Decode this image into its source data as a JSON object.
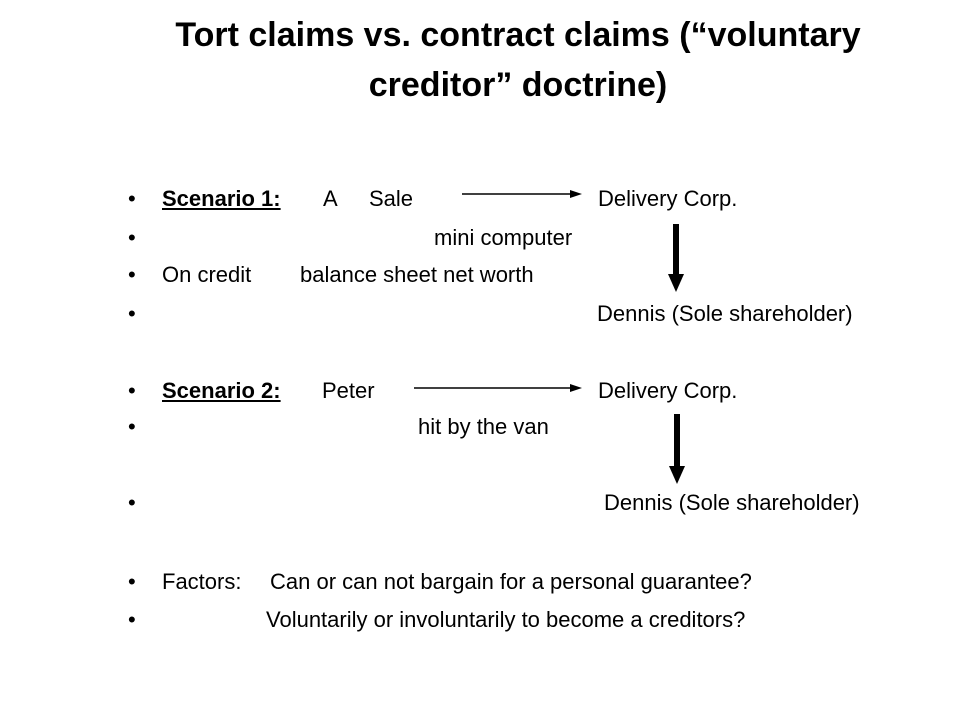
{
  "slide": {
    "title_line1": "Tort claims vs. contract claims (“voluntary",
    "title_line2": "creditor” doctrine)",
    "bullet_glyph": "•",
    "scenario1": {
      "label": "Scenario 1:",
      "party_a": "A",
      "action": "Sale",
      "company": "Delivery Corp.",
      "item": "mini computer",
      "terms": "On credit",
      "sheet": "balance sheet  net worth",
      "shareholder": "Dennis (Sole shareholder)"
    },
    "scenario2": {
      "label": "Scenario 2:",
      "party": "Peter",
      "company": "Delivery Corp.",
      "event": "hit by the van",
      "shareholder": "Dennis (Sole shareholder)"
    },
    "factors": {
      "label": "Factors:",
      "line1": "Can or can not bargain for a personal guarantee?",
      "line2": "Voluntarily or involuntarily to become a creditors?"
    }
  }
}
